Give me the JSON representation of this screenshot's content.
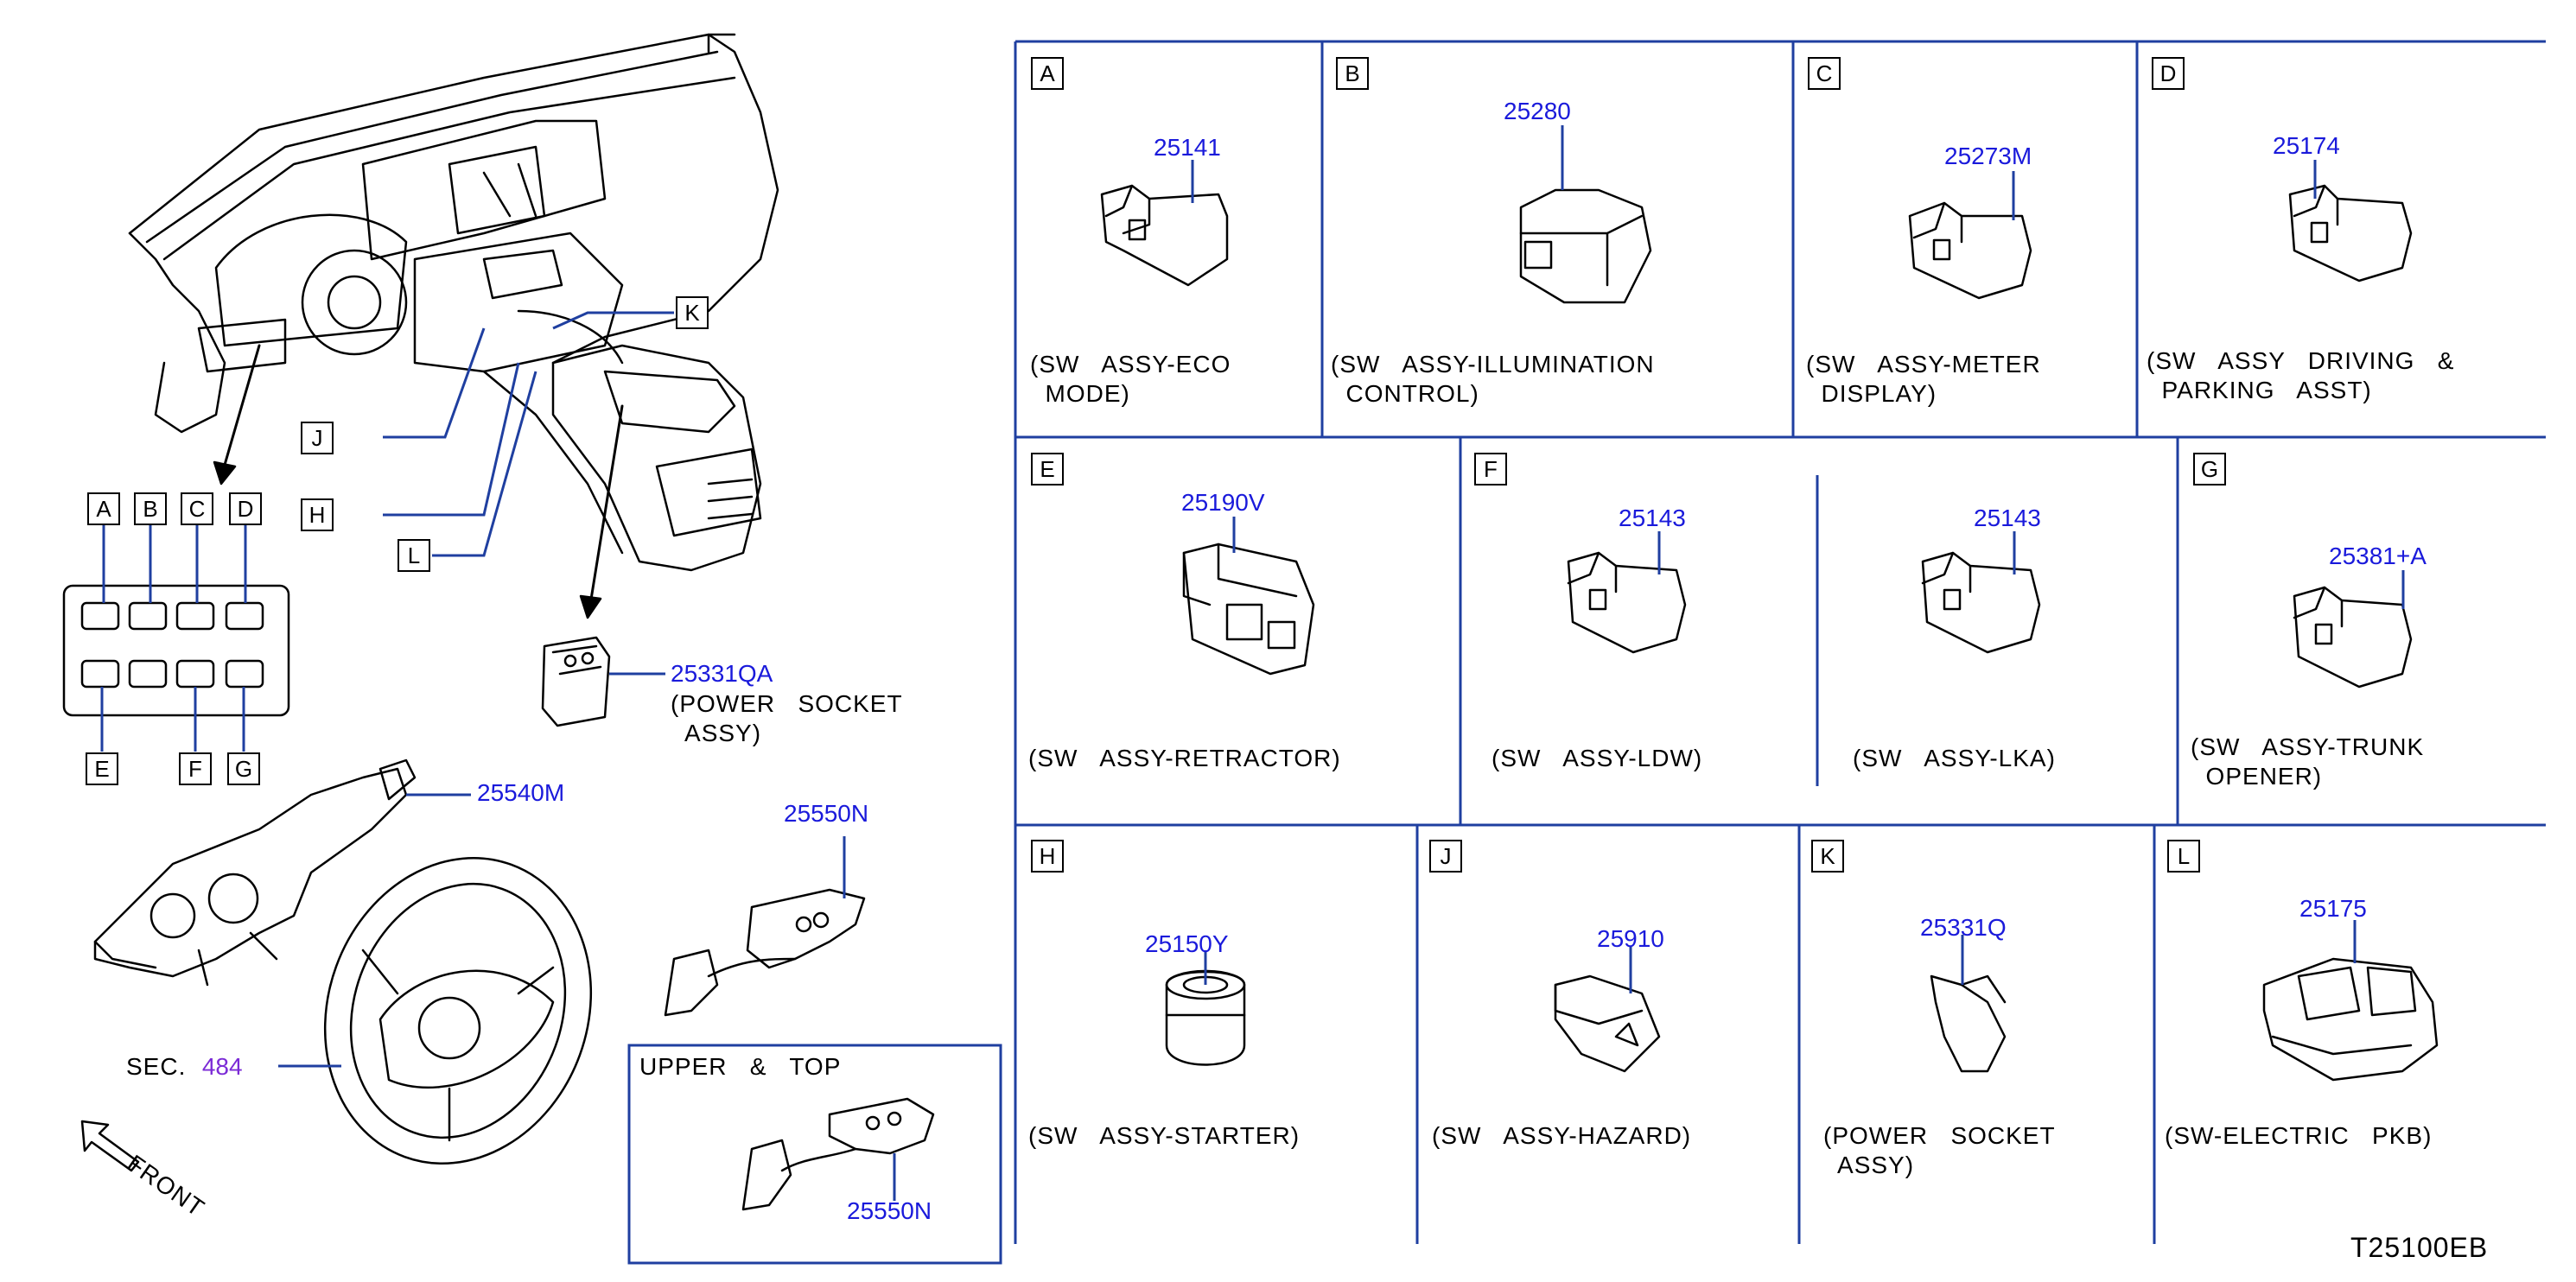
{
  "drawing_code": "T25100EB",
  "colors": {
    "part_number": "#1a1adb",
    "section_number": "#7b2bd6",
    "frame": "#1f3fa0",
    "ink": "#000000"
  },
  "overview": {
    "callouts": [
      "A",
      "B",
      "C",
      "D",
      "E",
      "F",
      "G",
      "H",
      "J",
      "K",
      "L"
    ],
    "power_socket": {
      "part": "25331QA",
      "desc": "(POWER   SOCKET\n  ASSY)"
    },
    "combination_switch": {
      "part": "25540M"
    },
    "steering_switch": {
      "part": "25550N"
    },
    "section": {
      "prefix": "SEC.",
      "number": "484"
    },
    "front_label": "FRONT",
    "upper_top": {
      "title": "UPPER   &   TOP",
      "part": "25550N"
    }
  },
  "panels": [
    {
      "key": "A",
      "part": "25141",
      "desc": "(SW   ASSY-ECO\n  MODE)"
    },
    {
      "key": "B",
      "part": "25280",
      "desc": "(SW   ASSY-ILLUMINATION\n  CONTROL)"
    },
    {
      "key": "C",
      "part": "25273M",
      "desc": "(SW   ASSY-METER\n  DISPLAY)"
    },
    {
      "key": "D",
      "part": "25174",
      "desc": "(SW   ASSY   DRIVING   &\n  PARKING   ASST)"
    },
    {
      "key": "E",
      "part": "25190V",
      "desc": "(SW   ASSY-RETRACTOR)"
    },
    {
      "key": "F",
      "part": "25143",
      "desc": "(SW   ASSY-LDW)"
    },
    {
      "key": "F2",
      "part": "25143",
      "desc": "(SW   ASSY-LKA)"
    },
    {
      "key": "G",
      "part": "25381+A",
      "desc": "(SW   ASSY-TRUNK\n  OPENER)"
    },
    {
      "key": "H",
      "part": "25150Y",
      "desc": "(SW   ASSY-STARTER)"
    },
    {
      "key": "J",
      "part": "25910",
      "desc": "(SW   ASSY-HAZARD)"
    },
    {
      "key": "K",
      "part": "25331Q",
      "desc": "(POWER   SOCKET\n  ASSY)"
    },
    {
      "key": "L",
      "part": "25175",
      "desc": "(SW-ELECTRIC   PKB)"
    }
  ]
}
